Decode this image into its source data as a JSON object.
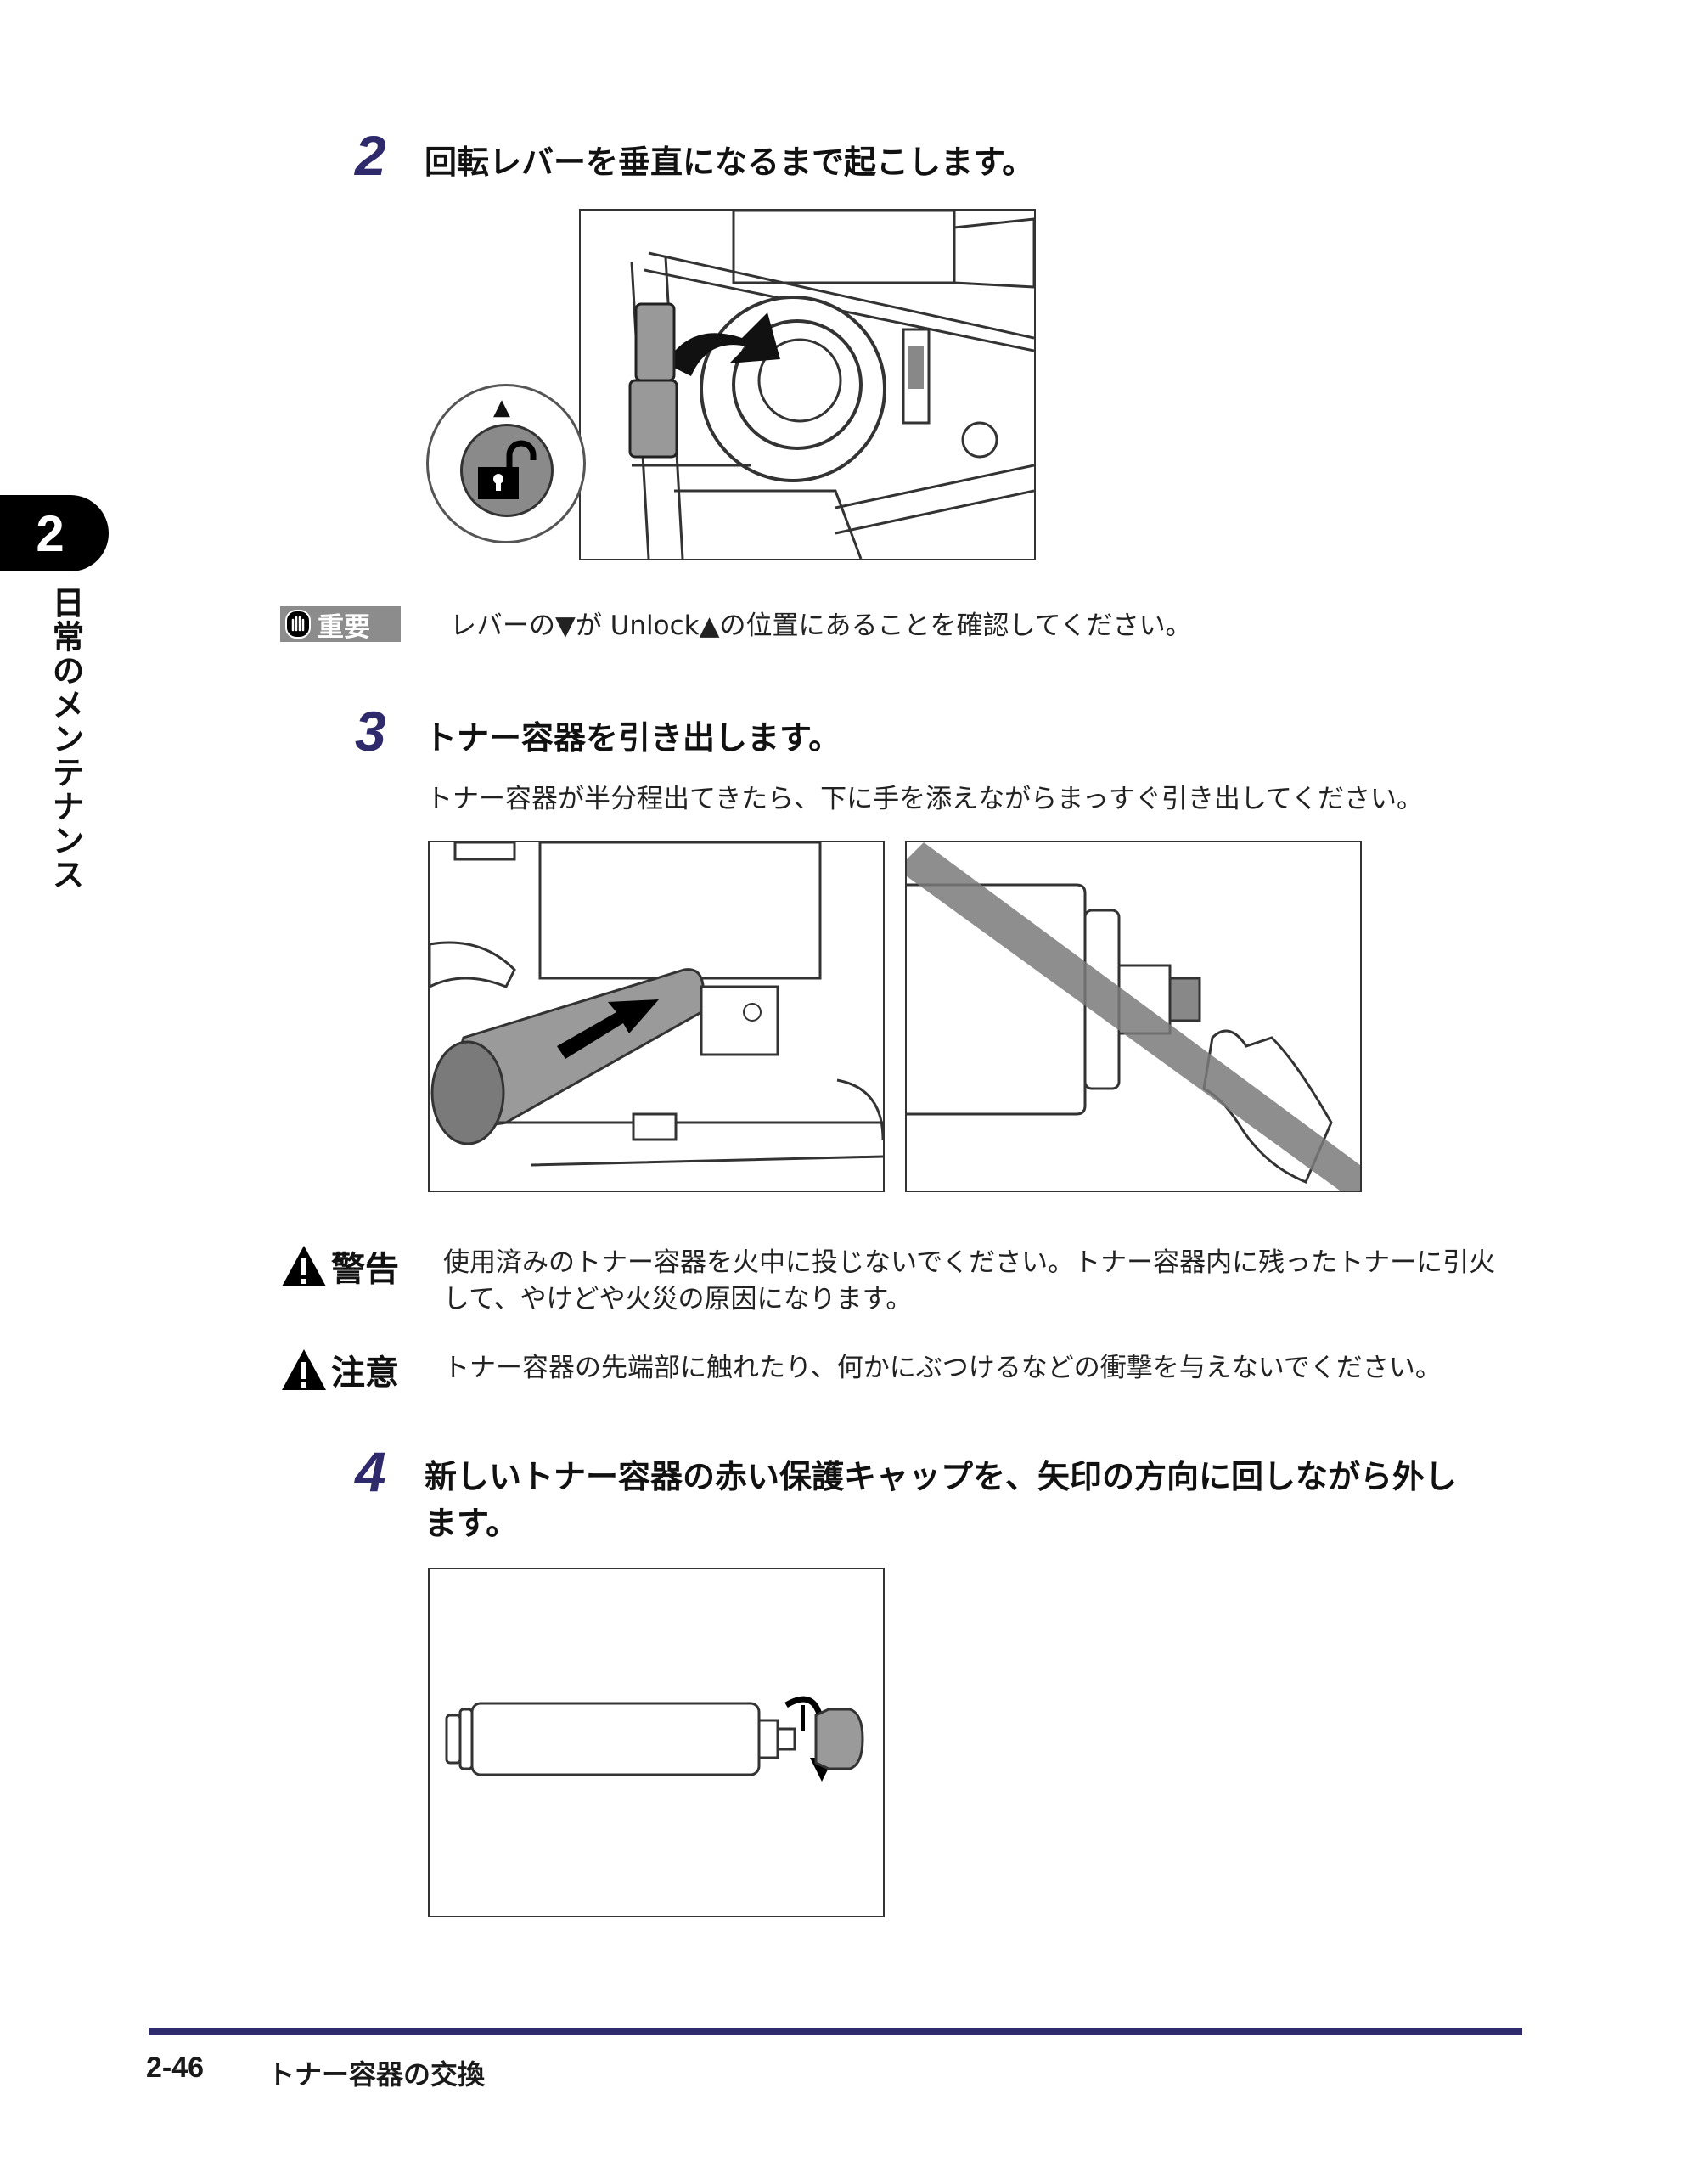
{
  "chapter": {
    "number": "2",
    "title": "日常のメンテナンス"
  },
  "steps": [
    {
      "number": "2",
      "title": "回転レバーを垂直になるまで起こします。"
    },
    {
      "number": "3",
      "title": "トナー容器を引き出します。",
      "text": "トナー容器が半分程出てきたら、下に手を添えながらまっすぐ引き出してください。"
    },
    {
      "number": "4",
      "title_line1": "新しいトナー容器の赤い保護キャップを、矢印の方向に回しながら外し",
      "title_line2": "ます。"
    }
  ],
  "important": {
    "label": "重要",
    "text": "レバーの▼が Unlock▲の位置にあることを確認してください。"
  },
  "warning": {
    "label": "警告",
    "line1": "使用済みのトナー容器を火中に投じないでください。トナー容器内に残ったトナーに引火",
    "line2": "して、やけどや火災の原因になります。"
  },
  "caution": {
    "label": "注意",
    "text": "トナー容器の先端部に触れたり、何かにぶつけるなどの衝撃を与えないでください。"
  },
  "figure1": {
    "lock_marker": "▲"
  },
  "footer": {
    "page": "2-46",
    "section": "トナー容器の交換"
  },
  "colors": {
    "accent": "#2e2a6b",
    "badge": "#8c8c8c",
    "prohibit": "#7a7a7a"
  }
}
